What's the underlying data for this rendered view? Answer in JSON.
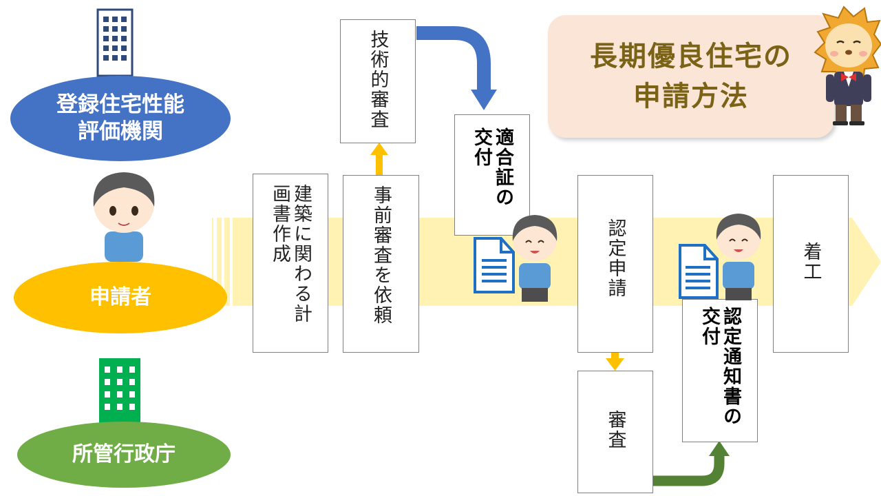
{
  "title": "長期優良住宅の\n申請方法",
  "actors": {
    "evaluator": "登録住宅性能\n評価機関",
    "applicant": "申請者",
    "government": "所管行政庁"
  },
  "steps": {
    "plan": "建築に関わる計画書作成",
    "request": "事前審査を依頼",
    "tech_review": "技術的審査",
    "certificate": "適合証の交付",
    "application": "認定申請",
    "review": "審査",
    "notice": "認定通知書の交付",
    "start": "着工"
  },
  "colors": {
    "evaluator": "#4472c4",
    "applicant": "#ffc000",
    "government": "#70ad47",
    "timeline": "#fff2b3",
    "blue_arrow": "#4472c4",
    "yellow_arrow": "#ffc000",
    "green_arrow": "#548235",
    "title_bg": "#fbe5d6",
    "title_text": "#7a6316"
  },
  "icons": [
    "office-building-icon",
    "city-hall-icon",
    "boy-icon",
    "document-icon",
    "lion-mascot-icon"
  ]
}
